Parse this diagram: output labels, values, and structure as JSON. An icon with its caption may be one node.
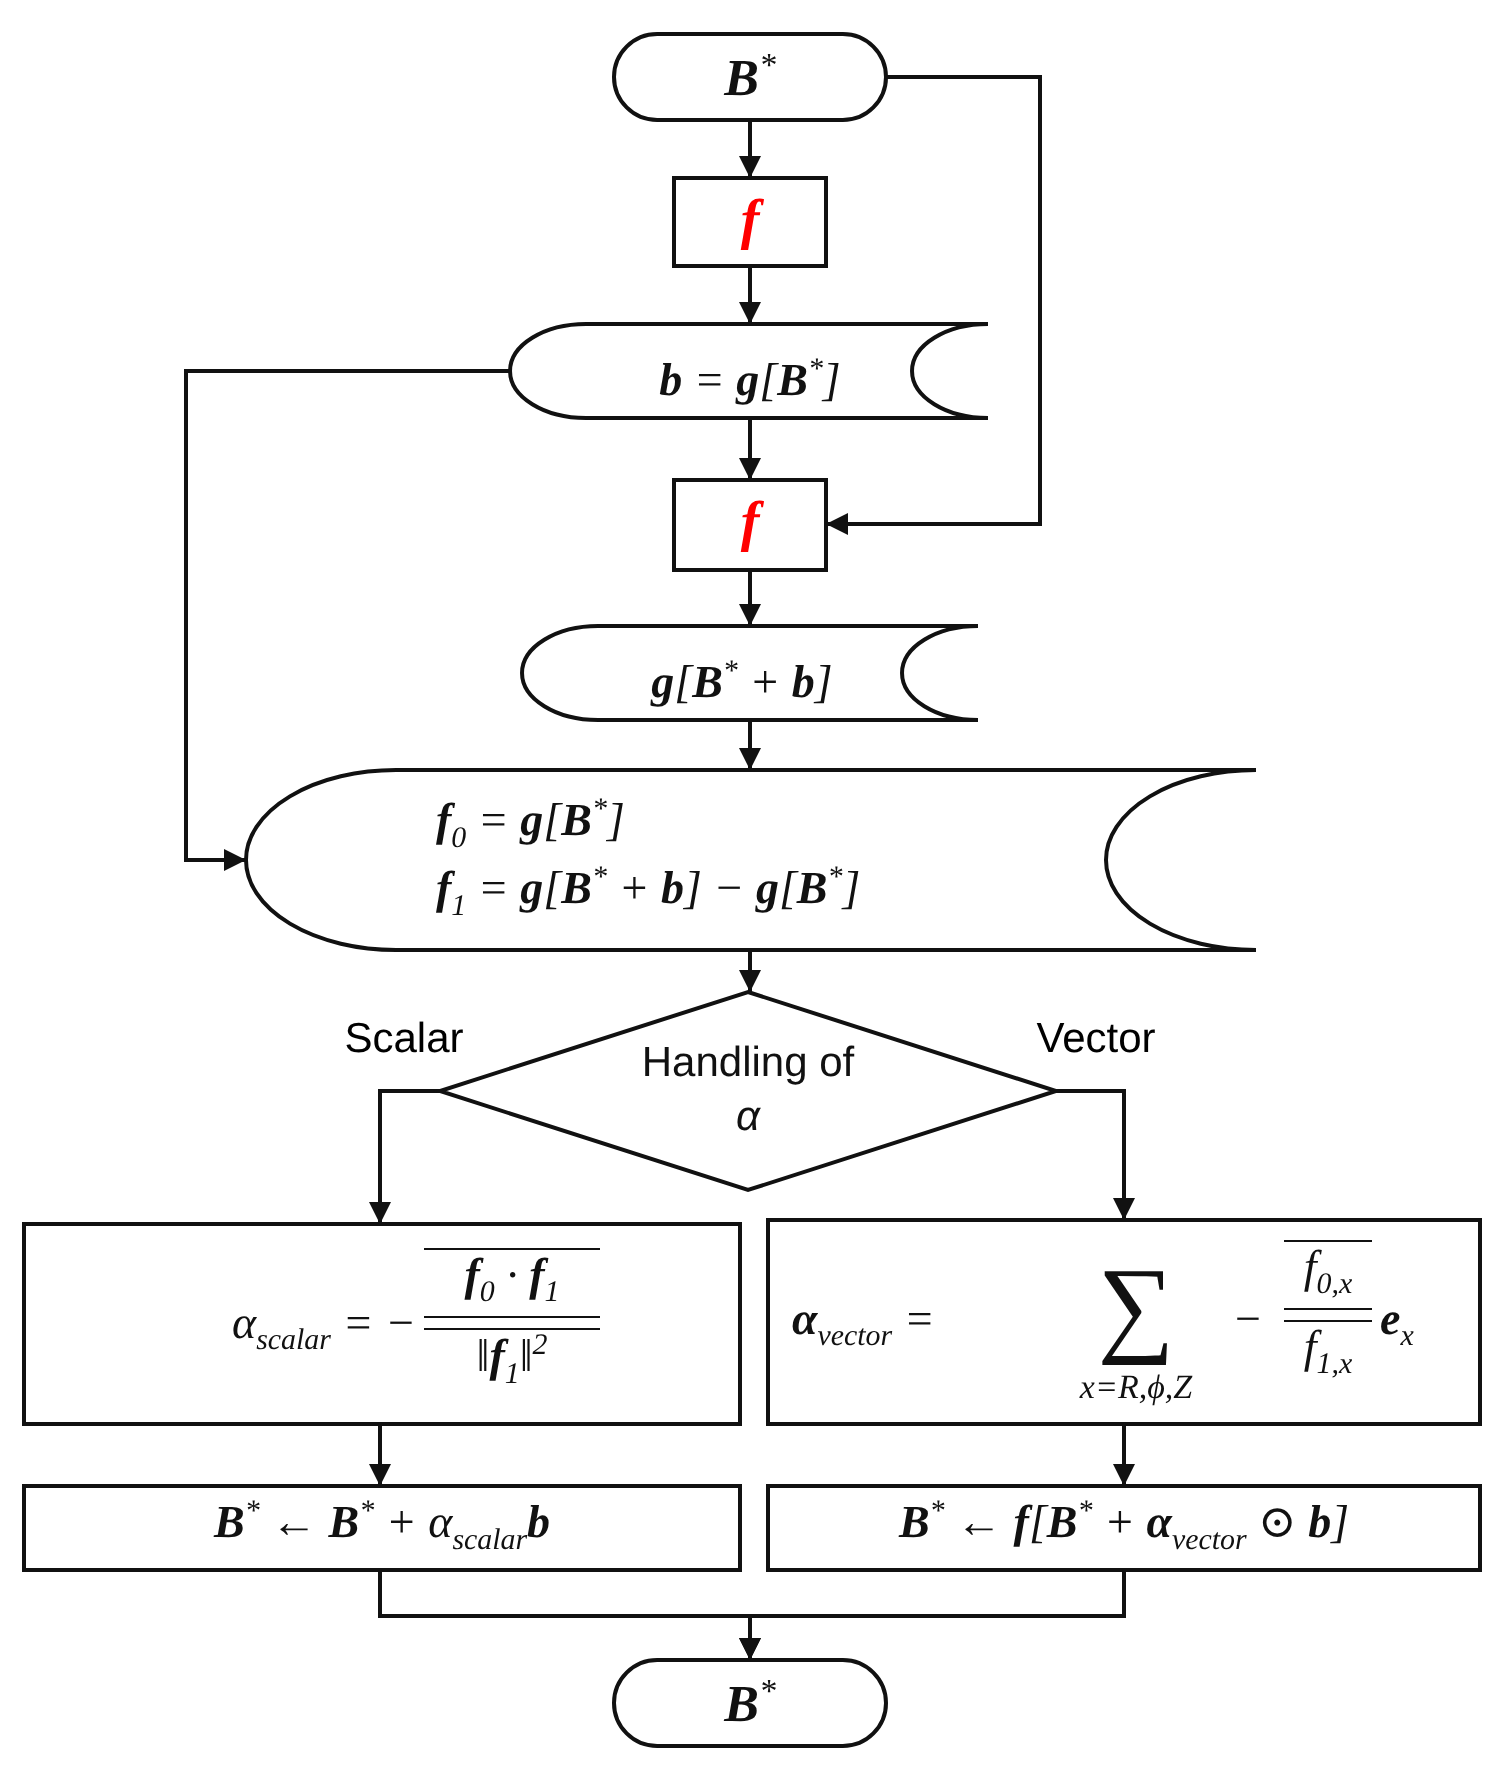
{
  "diagram": {
    "nodes": [
      {
        "text": [
          "**B**$^{*}$"
        ]
      },
      {
        "text": [
          "**f**"
        ]
      },
      {
        "text": [
          "**b** = **g**[**B**$^{*}$]"
        ]
      },
      {
        "text": [
          "**f**"
        ]
      },
      {
        "text": [
          "**g**[**B**$^{*}$ + **b**]"
        ]
      },
      {
        "text": [
          "**f**$_{0}$ = **g**[**B**$^{*}$]",
          "**f**$_{1}$ = **g**[**B**$^{*}$ + **b**] − **g**[**B**$^{*}$]"
        ]
      },
      {
        "text": [
          "Handling of *α*"
        ]
      },
      {
        "text": [
          "α$_{scalar}$ = −",
          "**f**$_{0}$ · **f**$_{1}$",
          "‖**f**$_{1}$‖$^{2}$"
        ]
      },
      {
        "text": [
          "**α**$_{vector}$ =",
          "∑",
          "x=R,ϕ,Z",
          "−",
          "f$_{0,x}$",
          "f$_{1,x}$",
          "**e**$_{x}$"
        ]
      },
      {
        "text": [
          "**B**$^{*}$ ← **B**$^{*}$ + α$_{scalar}$**b**"
        ]
      },
      {
        "text": [
          "**B**$^{*}$ ← **f**[**B**$^{*}$ + **α**$_{vector}$ ⊙ **b**]"
        ]
      },
      {
        "text": [
          "**B**$^{*}$"
        ]
      }
    ],
    "edges": [
      {
        "from": 0,
        "to": 1,
        "arrow": "to"
      },
      {
        "from": 1,
        "to": 2,
        "arrow": "to"
      },
      {
        "from": 2,
        "to": 3,
        "arrow": "to"
      },
      {
        "from": 0,
        "to": 3,
        "arrow": "to"
      },
      {
        "from": 3,
        "to": 4,
        "arrow": "to"
      },
      {
        "from": 2,
        "to": 5,
        "arrow": "to"
      },
      {
        "from": 4,
        "to": 5,
        "arrow": "to"
      },
      {
        "from": 5,
        "to": 6,
        "arrow": "to"
      },
      {
        "from": 6,
        "to": 7,
        "arrow": "to",
        "label": "Scalar"
      },
      {
        "from": 6,
        "to": 8,
        "arrow": "to",
        "label": "Vector"
      },
      {
        "from": 7,
        "to": 9,
        "arrow": "to"
      },
      {
        "from": 8,
        "to": 10,
        "arrow": "to"
      },
      {
        "from": 9,
        "to": 11,
        "arrow": "to"
      },
      {
        "from": 10,
        "to": 11,
        "arrow": "to"
      }
    ]
  }
}
